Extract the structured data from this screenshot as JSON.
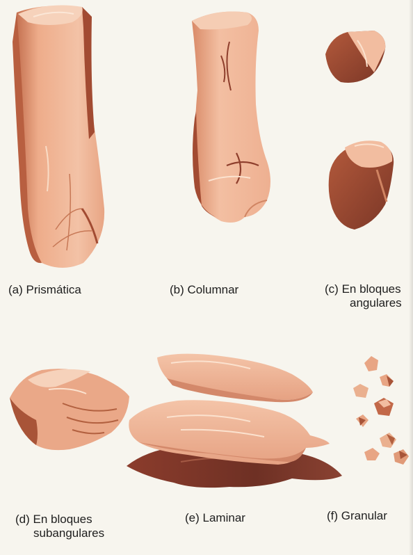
{
  "labels": {
    "a": {
      "letter": "(a)",
      "text": "Prismática"
    },
    "b": {
      "letter": "(b)",
      "text": "Columnar"
    },
    "c": {
      "letter": "(c)",
      "text": "En bloques",
      "text2": "angulares"
    },
    "d": {
      "letter": "(d)",
      "text": "En bloques",
      "text2": "subangulares"
    },
    "e": {
      "letter": "(e)",
      "text": "Laminar"
    },
    "f": {
      "letter": "(f)",
      "text": "Granular"
    }
  },
  "colors": {
    "light": "#f2bda0",
    "mid": "#e09a78",
    "dark": "#a85438",
    "darkest": "#6e3024",
    "highlight": "#fbe2cf",
    "background": "#f7f5ee"
  }
}
